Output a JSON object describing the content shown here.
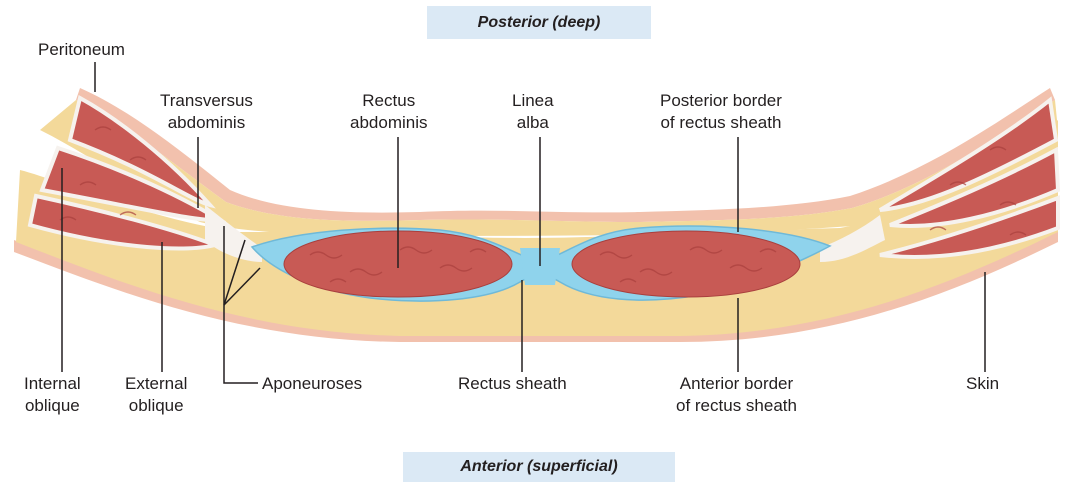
{
  "orientation": {
    "top": "Posterior (deep)",
    "bottom": "Anterior (superficial)"
  },
  "labels": {
    "peritoneum": [
      "Peritoneum"
    ],
    "transversus": [
      "Transversus",
      "abdominis"
    ],
    "rectus_abdominis": [
      "Rectus",
      "abdominis"
    ],
    "linea_alba": [
      "Linea",
      "alba"
    ],
    "posterior_border": [
      "Posterior border",
      "of rectus sheath"
    ],
    "internal_oblique": [
      "Internal",
      "oblique"
    ],
    "external_oblique": [
      "External",
      "oblique"
    ],
    "aponeuroses": [
      "Aponeuroses"
    ],
    "rectus_sheath": [
      "Rectus sheath"
    ],
    "anterior_border": [
      "Anterior border",
      "of rectus sheath"
    ],
    "skin": [
      "Skin"
    ]
  },
  "colors": {
    "skin": "#f2c1ad",
    "fat": "#f3d99a",
    "muscle": "#c85a55",
    "muscle_fiber": "#a93f3d",
    "sheath": "#8fd3ec",
    "fascia": "#f6f2ee",
    "banner": "#dbe9f5"
  }
}
